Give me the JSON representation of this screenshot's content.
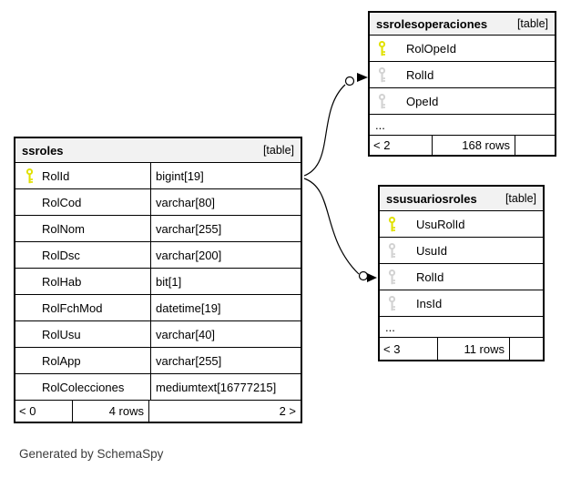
{
  "diagram": {
    "footer_note": "Generated by SchemaSpy",
    "colors": {
      "header_bg": "#f2f2f2",
      "border": "#000000",
      "primary_key": "#e1e100",
      "foreign_key": "#d2d2d2",
      "note_text": "#3c3c3c"
    },
    "tables": [
      {
        "title": "ssroles",
        "tag": "[table]",
        "columns": [
          {
            "key": "pk",
            "name": "RolId",
            "type": "bigint[19]"
          },
          {
            "key": "",
            "name": "RolCod",
            "type": "varchar[80]"
          },
          {
            "key": "",
            "name": "RolNom",
            "type": "varchar[255]"
          },
          {
            "key": "",
            "name": "RolDsc",
            "type": "varchar[200]"
          },
          {
            "key": "",
            "name": "RolHab",
            "type": "bit[1]"
          },
          {
            "key": "",
            "name": "RolFchMod",
            "type": "datetime[19]"
          },
          {
            "key": "",
            "name": "RolUsu",
            "type": "varchar[40]"
          },
          {
            "key": "",
            "name": "RolApp",
            "type": "varchar[255]"
          },
          {
            "key": "",
            "name": "RolColecciones",
            "type": "mediumtext[16777215]"
          }
        ],
        "ellipsis": "",
        "footer": {
          "left": "< 0",
          "middle": "4 rows",
          "right": "2 >"
        }
      },
      {
        "title": "ssrolesoperaciones",
        "tag": "[table]",
        "columns": [
          {
            "key": "pk",
            "name": "RolOpeId"
          },
          {
            "key": "fk",
            "name": "RolId"
          },
          {
            "key": "fk",
            "name": "OpeId"
          }
        ],
        "ellipsis": "...",
        "footer": {
          "left": "< 2",
          "middle": "168 rows",
          "right": ""
        }
      },
      {
        "title": "ssusuariosroles",
        "tag": "[table]",
        "columns": [
          {
            "key": "pk",
            "name": "UsuRolId"
          },
          {
            "key": "fk",
            "name": "UsuId"
          },
          {
            "key": "fk",
            "name": "RolId"
          },
          {
            "key": "fk",
            "name": "InsId"
          }
        ],
        "ellipsis": "...",
        "footer": {
          "left": "< 3",
          "middle": "11 rows",
          "right": ""
        }
      }
    ],
    "relationships": [
      {
        "from": "ssroles.RolId",
        "to": "ssrolesoperaciones.RolId"
      },
      {
        "from": "ssroles.RolId",
        "to": "ssusuariosroles.RolId"
      }
    ]
  }
}
